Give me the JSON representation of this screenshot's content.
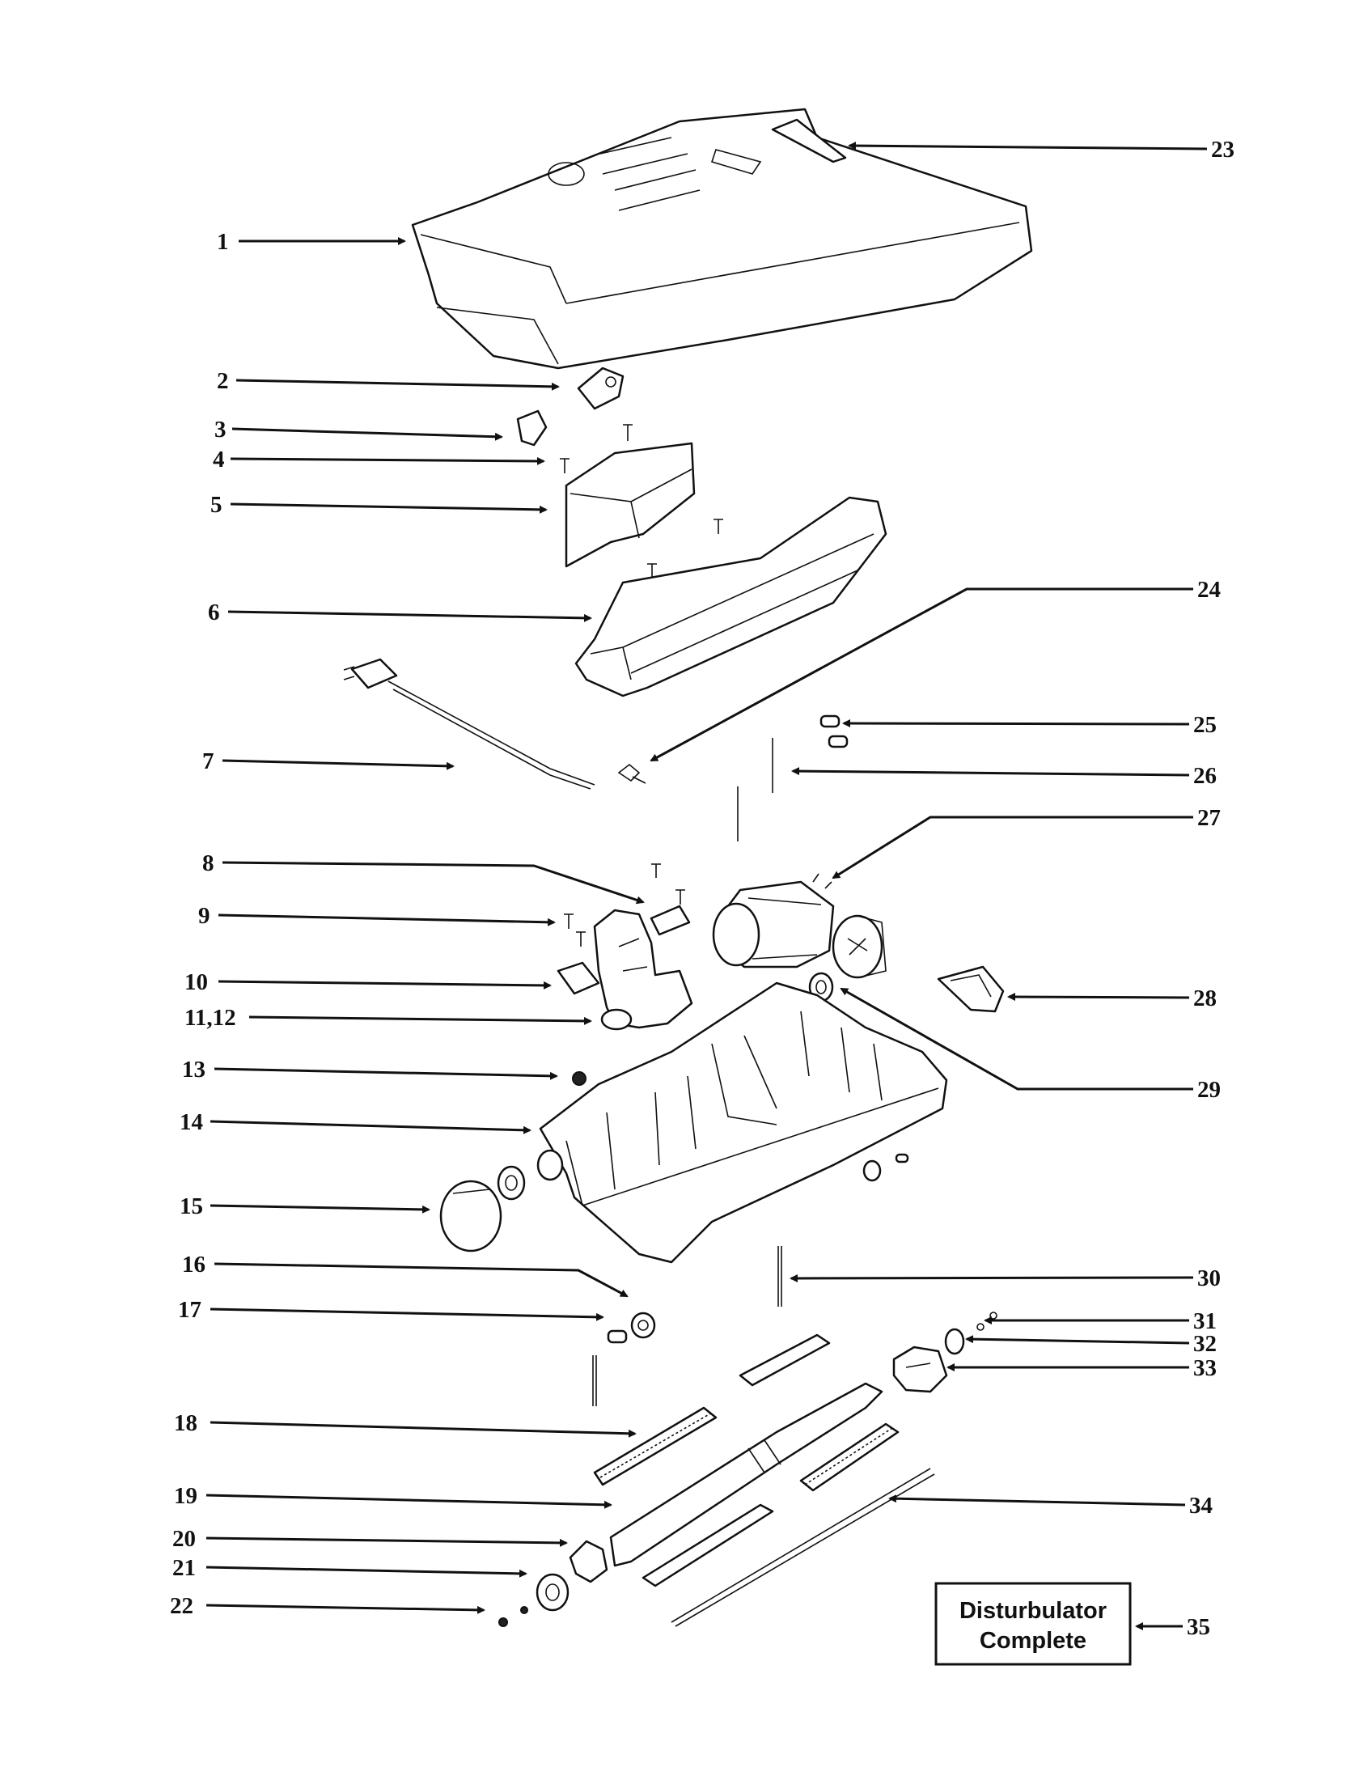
{
  "labels": {
    "l1": "1",
    "l2": "2",
    "l3": "3",
    "l4": "4",
    "l5": "5",
    "l6": "6",
    "l7": "7",
    "l8": "8",
    "l9": "9",
    "l10": "10",
    "l11_12": "11,12",
    "l13": "13",
    "l14": "14",
    "l15": "15",
    "l16": "16",
    "l17": "17",
    "l18": "18",
    "l19": "19",
    "l20": "20",
    "l21": "21",
    "l22": "22",
    "l23": "23",
    "l24": "24",
    "l25": "25",
    "l26": "26",
    "l27": "27",
    "l28": "28",
    "l29": "29",
    "l30": "30",
    "l31": "31",
    "l32": "32",
    "l33": "33",
    "l34": "34",
    "l35": "35"
  },
  "box": {
    "line1": "Disturbulator",
    "line2": "Complete"
  }
}
